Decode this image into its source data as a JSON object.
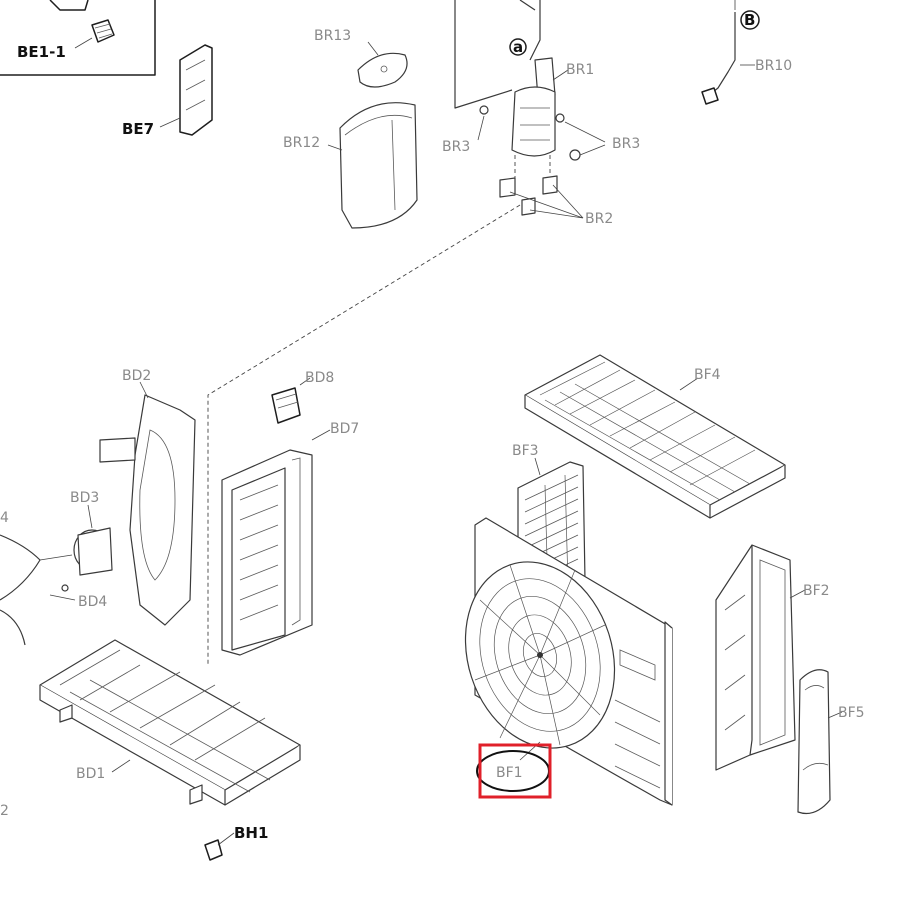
{
  "labels": {
    "be1_1": "BE1-1",
    "be7": "BE7",
    "br13": "BR13",
    "br1": "BR1",
    "br10": "BR10",
    "br12": "BR12",
    "br3_left": "BR3",
    "br3_right": "BR3",
    "br2": "BR2",
    "bd2": "BD2",
    "bd8": "BD8",
    "bd7": "BD7",
    "bd3": "BD3",
    "bd4": "BD4",
    "bd1": "BD1",
    "bh1": "BH1",
    "bf4": "BF4",
    "bf3": "BF3",
    "bf2": "BF2",
    "bf5": "BF5",
    "bf1": "BF1",
    "partial_left": "4",
    "partial_bottom": "2"
  },
  "markers": {
    "circle_a": "a",
    "circle_b": "B"
  },
  "highlight": {
    "target": "BF1",
    "color": "#e0202a"
  }
}
